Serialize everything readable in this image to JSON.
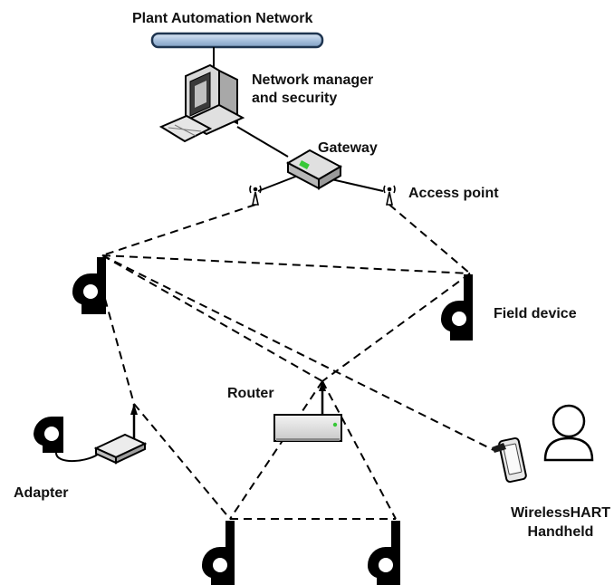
{
  "labels": {
    "plant_network": "Plant Automation Network",
    "network_manager_line1": "Network manager",
    "network_manager_line2": "and security",
    "gateway": "Gateway",
    "access_point": "Access point",
    "field_device": "Field device",
    "router": "Router",
    "adapter": "Adapter",
    "handheld_line1": "WirelessHART",
    "handheld_line2": "Handheld"
  },
  "colors": {
    "bus_fill": "#b9cfe6",
    "bus_stroke": "#1f3550",
    "device_black": "#000000",
    "gateway_led": "#37c837",
    "router_led": "#37c837"
  },
  "icons": [
    "computer-icon",
    "gateway-icon",
    "antenna-icon",
    "field-device-icon",
    "router-icon",
    "adapter-icon",
    "handheld-icon",
    "person-icon"
  ]
}
